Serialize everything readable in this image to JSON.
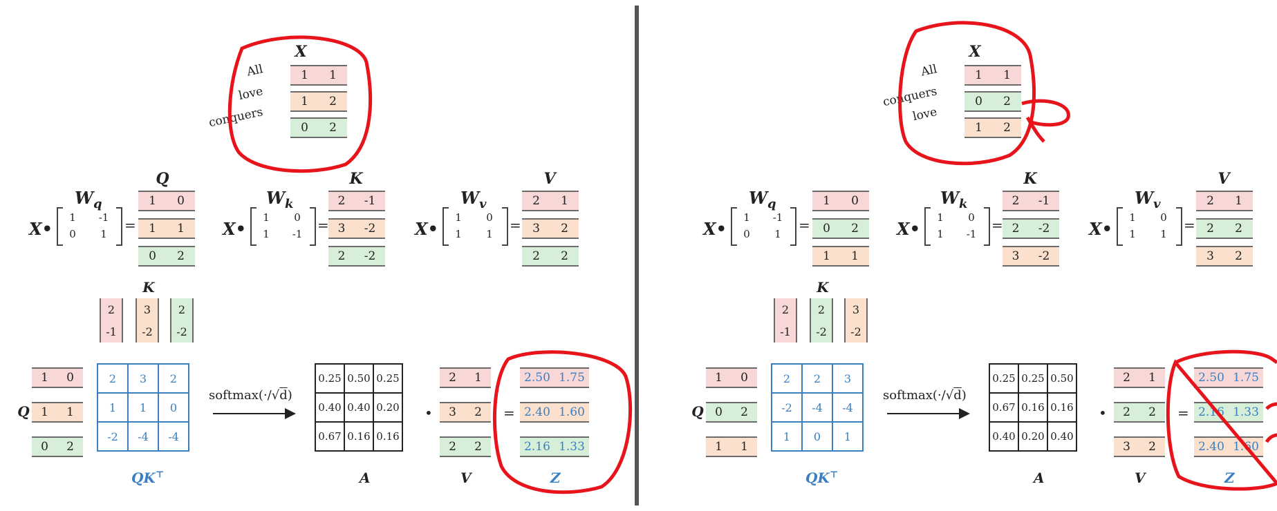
{
  "left": {
    "x_title": "X",
    "x_rows": [
      {
        "label": "All",
        "v": [
          "1",
          "1"
        ]
      },
      {
        "label": "love",
        "v": [
          "1",
          "2"
        ]
      },
      {
        "label": "conquers",
        "v": [
          "0",
          "2"
        ]
      }
    ],
    "q_title": "Q",
    "k_title": "K",
    "v_title": "V",
    "wq_label": "W",
    "wq_sub": "q",
    "wk_label": "W",
    "wk_sub": "k",
    "wv_label": "W",
    "wv_sub": "v",
    "x_dot": "X•",
    "wq": [
      "1",
      "-1",
      "0",
      "1"
    ],
    "wk": [
      "1",
      "0",
      "1",
      "-1"
    ],
    "wv": [
      "1",
      "0",
      "1",
      "1"
    ],
    "q_rows": [
      [
        "1",
        "0"
      ],
      [
        "1",
        "1"
      ],
      [
        "0",
        "2"
      ]
    ],
    "k_rows": [
      [
        "2",
        "-1"
      ],
      [
        "3",
        "-2"
      ],
      [
        "2",
        "-2"
      ]
    ],
    "v_rows": [
      [
        "2",
        "1"
      ],
      [
        "3",
        "2"
      ],
      [
        "2",
        "2"
      ]
    ],
    "kt_title": "K",
    "kt_cols": [
      [
        "2",
        "-1"
      ],
      [
        "3",
        "-2"
      ],
      [
        "2",
        "-2"
      ]
    ],
    "qk": [
      [
        "2",
        "3",
        "2"
      ],
      [
        "1",
        "1",
        "0"
      ],
      [
        "-2",
        "-4",
        "-4"
      ]
    ],
    "qk_label": "QK",
    "qk_sup": "⊤",
    "softmax": "softmax(·/",
    "softmax_d": "d",
    "a": [
      [
        "0.25",
        "0.50",
        "0.25"
      ],
      [
        "0.40",
        "0.40",
        "0.20"
      ],
      [
        "0.67",
        "0.16",
        "0.16"
      ]
    ],
    "a_label": "A",
    "v_label": "V",
    "z_rows": [
      [
        "2.50",
        "1.75"
      ],
      [
        "2.40",
        "1.60"
      ],
      [
        "2.16",
        "1.33"
      ]
    ],
    "z_label": "Z",
    "dot": "•",
    "eq": "="
  },
  "right": {
    "x_title": "X",
    "x_rows": [
      {
        "label": "All",
        "v": [
          "1",
          "1"
        ]
      },
      {
        "label": "conquers",
        "v": [
          "0",
          "2"
        ]
      },
      {
        "label": "love",
        "v": [
          "1",
          "2"
        ]
      }
    ],
    "q_rows": [
      [
        "1",
        "0"
      ],
      [
        "0",
        "2"
      ],
      [
        "1",
        "1"
      ]
    ],
    "k_rows": [
      [
        "2",
        "-1"
      ],
      [
        "2",
        "-2"
      ],
      [
        "3",
        "-2"
      ]
    ],
    "v_rows": [
      [
        "2",
        "1"
      ],
      [
        "2",
        "2"
      ],
      [
        "3",
        "2"
      ]
    ],
    "kt_cols": [
      [
        "2",
        "-1"
      ],
      [
        "2",
        "-2"
      ],
      [
        "3",
        "-2"
      ]
    ],
    "qk": [
      [
        "2",
        "2",
        "3"
      ],
      [
        "-2",
        "-4",
        "-4"
      ],
      [
        "1",
        "0",
        "1"
      ]
    ],
    "a": [
      [
        "0.25",
        "0.25",
        "0.50"
      ],
      [
        "0.67",
        "0.16",
        "0.16"
      ],
      [
        "0.40",
        "0.20",
        "0.40"
      ]
    ],
    "z_rows": [
      [
        "2.50",
        "1.75"
      ],
      [
        "2.16",
        "1.33"
      ],
      [
        "2.40",
        "1.60"
      ]
    ]
  },
  "colors": {
    "red": "#f8d7d7",
    "orange": "#fbe0cd",
    "green": "#d7efd8",
    "blue": "#3a7fc1",
    "annotation": "#e8141b"
  }
}
